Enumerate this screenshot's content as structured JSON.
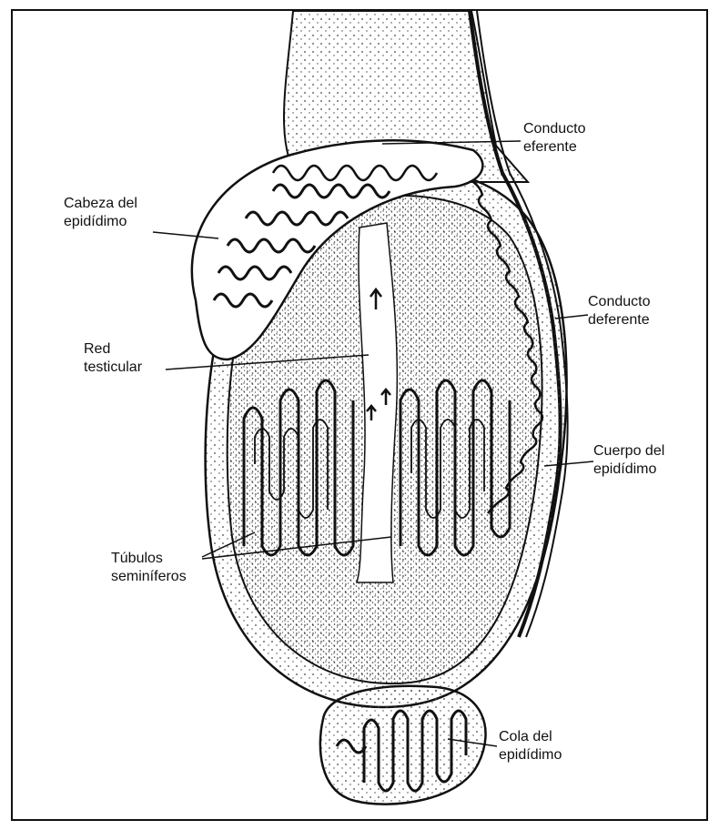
{
  "labels": {
    "conducto_eferente": [
      "Conducto",
      "eferente"
    ],
    "cabeza_epididimo": [
      "Cabeza del",
      "epidídimo"
    ],
    "conducto_deferente": [
      "Conducto",
      "deferente"
    ],
    "red_testicular": [
      "Red",
      "testicular"
    ],
    "cuerpo_epididimo": [
      "Cuerpo del",
      "epidídimo"
    ],
    "tubulos_seminiferos": [
      "Túbulos",
      "seminíferos"
    ],
    "cola_epididimo": [
      "Cola del",
      "epidídimo"
    ]
  },
  "colors": {
    "ink": "#111111",
    "paper": "#ffffff",
    "stipple": "#444444"
  }
}
